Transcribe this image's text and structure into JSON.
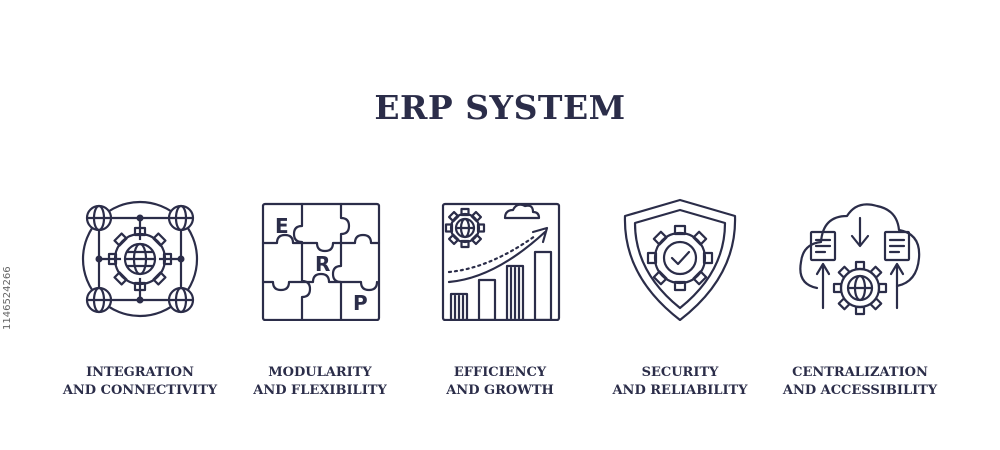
{
  "title": "ERP SYSTEM",
  "side_id": "1146524266",
  "items": [
    {
      "icon": "globe-network-gear-icon",
      "line1": "INTEGRATION",
      "line2": "AND CONNECTIVITY"
    },
    {
      "icon": "puzzle-erp-icon",
      "line1": "MODULARITY",
      "line2": "AND FLEXIBILITY"
    },
    {
      "icon": "growth-chart-gear-icon",
      "line1": "EFFICIENCY",
      "line2": "AND GROWTH"
    },
    {
      "icon": "shield-gear-check-icon",
      "line1": "SECURITY",
      "line2": "AND RELIABILITY"
    },
    {
      "icon": "cloud-documents-gear-icon",
      "line1": "CENTRALIZATION",
      "line2": "AND ACCESSIBILITY"
    }
  ],
  "puzzle_letters": [
    "E",
    "R",
    "P"
  ],
  "colors": {
    "ink": "#2b2d49",
    "background": "#ffffff"
  }
}
